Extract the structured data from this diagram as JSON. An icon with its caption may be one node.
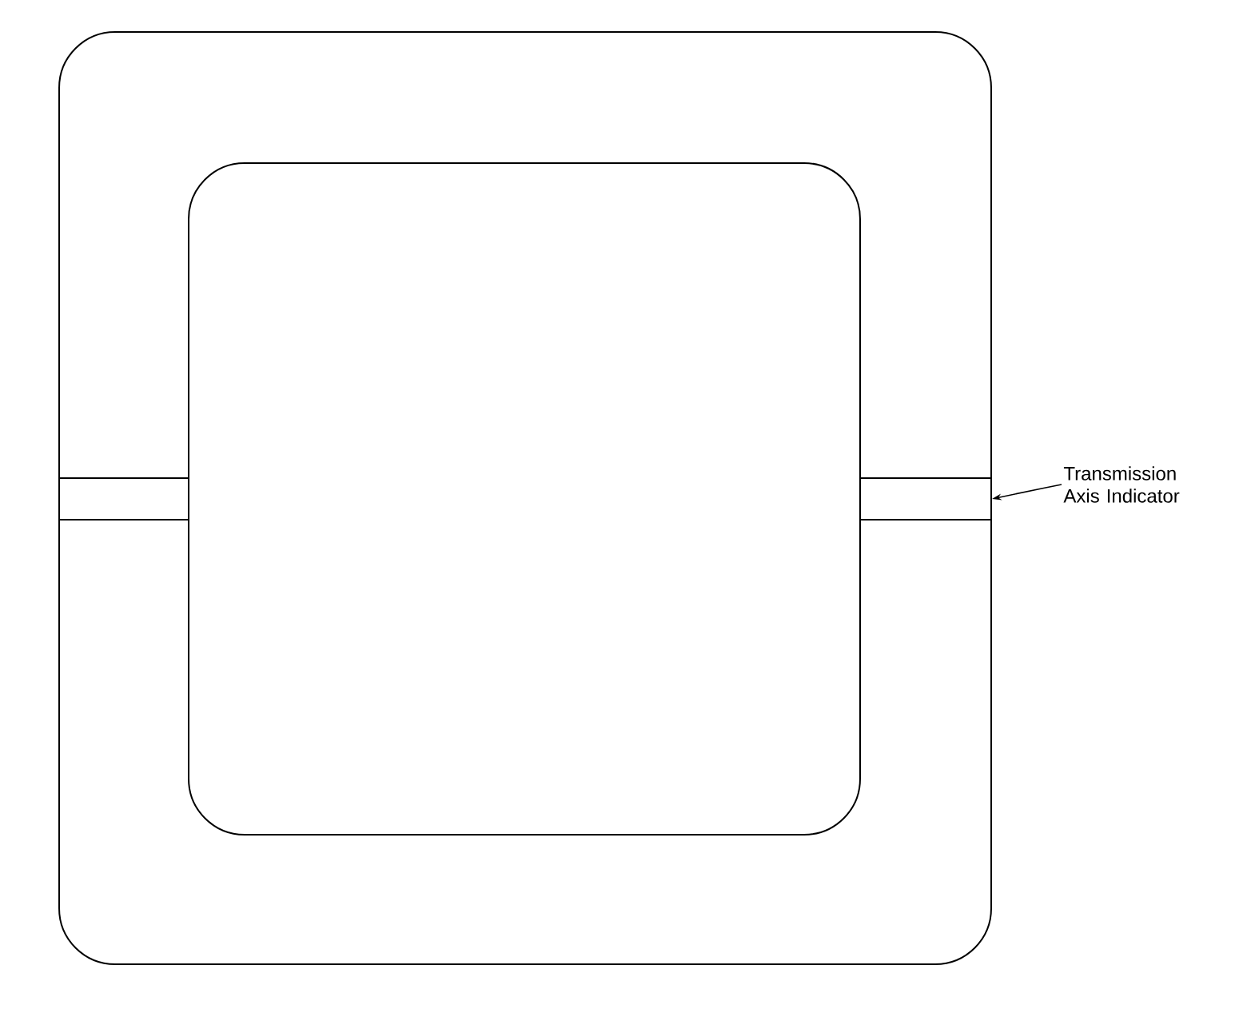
{
  "diagram": {
    "nodes": [
      {
        "text": [
          "Transmission Axis Indicator"
        ]
      },
      {
        "text": [],
        "shape": "bar"
      }
    ],
    "edges": [
      {
        "from": 0,
        "to": 1,
        "arrow": "to"
      }
    ]
  }
}
